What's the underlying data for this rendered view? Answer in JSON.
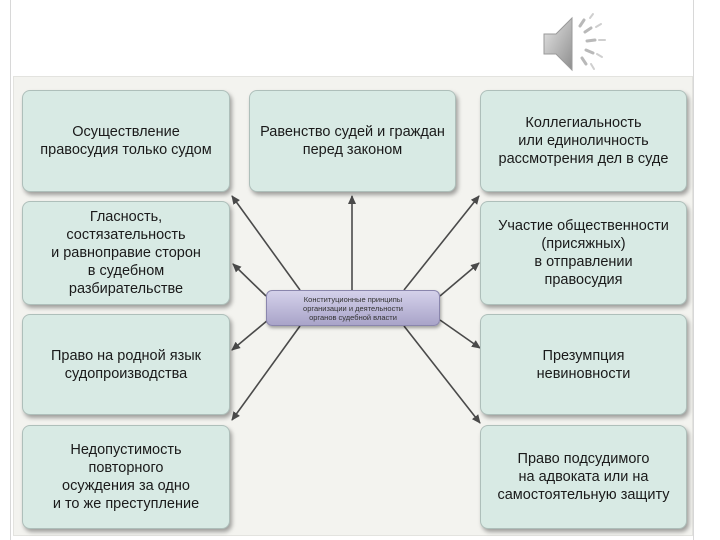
{
  "center": "Конституционные принципы\nорганизации и деятельности\nорганов судебной власти",
  "principles": {
    "p1": "Осуществление\nправосудия только судом",
    "p2": "Равенство судей и граждан\nперед законом",
    "p3": "Коллегиальность\nили единоличность\nрассмотрения дел в суде",
    "p4": "Гласность,\nсостязательность\nи равноправие сторон\nв судебном\nразбирательстве",
    "p5": "Участие общественности\n(присяжных)\nв отправлении\nправосудия",
    "p6": "Право на родной язык\nсудопроизводства",
    "p7": "Презумпция\nневиновности",
    "p8": "Недопустимость\nповторного\nосуждения за одно\nи то же преступление",
    "p9": "Право подсудимого\nна адвоката или на\nсамостоятельную защиту"
  },
  "icons": {
    "speaker": "speaker-icon"
  }
}
